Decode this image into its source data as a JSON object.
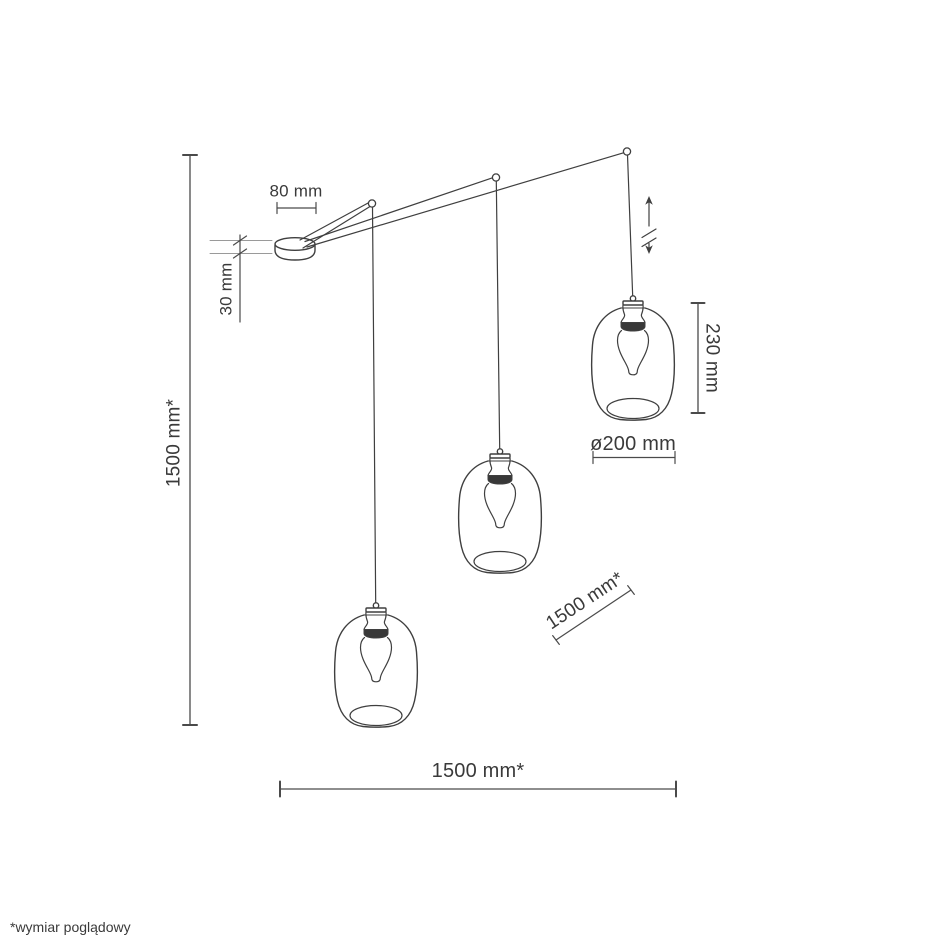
{
  "title": "pendant-lamp-dimension-drawing",
  "colors": {
    "background": "#ffffff",
    "object_line": "#3f3f3f",
    "dimension_line": "#4a4a4a",
    "extension_line": "#9a9a9a",
    "text": "#3a3a3a"
  },
  "dimensions": {
    "canopy_width": "80 mm",
    "canopy_height": "30 mm",
    "suspension_height": "1500 mm*",
    "shade_height": "230 mm",
    "shade_diameter": "ø200 mm",
    "cable_length_diagonal": "1500 mm*",
    "total_width": "1500 mm*"
  },
  "footnote": "*wymiar poglądowy"
}
